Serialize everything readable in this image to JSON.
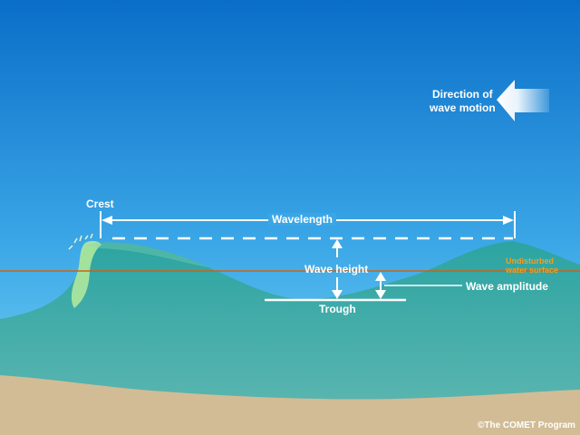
{
  "labels": {
    "direction_line1": "Direction of",
    "direction_line2": "wave motion",
    "crest": "Crest",
    "wavelength": "Wavelength",
    "wave_height": "Wave height",
    "undisturbed_line1": "Undisturbed",
    "undisturbed_line2": "water surface",
    "wave_amplitude": "Wave amplitude",
    "trough": "Trough"
  },
  "credit": "©The COMET Program",
  "colors": {
    "sky_top": "#0a6ec8",
    "sky_bottom": "#6ed0f4",
    "water": "#2ea6a6",
    "water_deep": "#5ab4b0",
    "sand": "#d2bc96",
    "foam": "#c8f0a0",
    "undisturbed_line": "#c86418",
    "annotation": "#ffffff",
    "undisturbed_text": "#f0a020"
  },
  "icons": [
    "direction-arrow-icon"
  ]
}
